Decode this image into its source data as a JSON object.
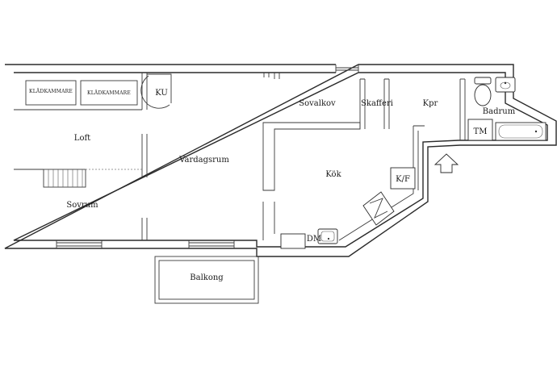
{
  "rooms": {
    "kladkammare_1": "KLÄDKAMMARE",
    "kladkammare_2": "KLÄDKAMMARE",
    "ku": "KU",
    "loft": "Loft",
    "sovrum": "Sovrum",
    "vardagsrum": "Vardagsrum",
    "sovalkov": "Sovalkov",
    "skafferi": "Skafferi",
    "kpr": "Kpr",
    "badrum": "Badrum",
    "tm": "TM",
    "kok": "Kök",
    "kf": "K/F",
    "dm": "DM",
    "balkong": "Balkong"
  },
  "icons": {
    "entrance": "entrance-arrow-icon",
    "toilet": "toilet-icon",
    "sink": "sink-icon",
    "bathtub": "bathtub-icon",
    "stairs": "stairs-icon",
    "kitchen_sink": "kitchen-sink-icon",
    "stove": "stove-icon"
  }
}
